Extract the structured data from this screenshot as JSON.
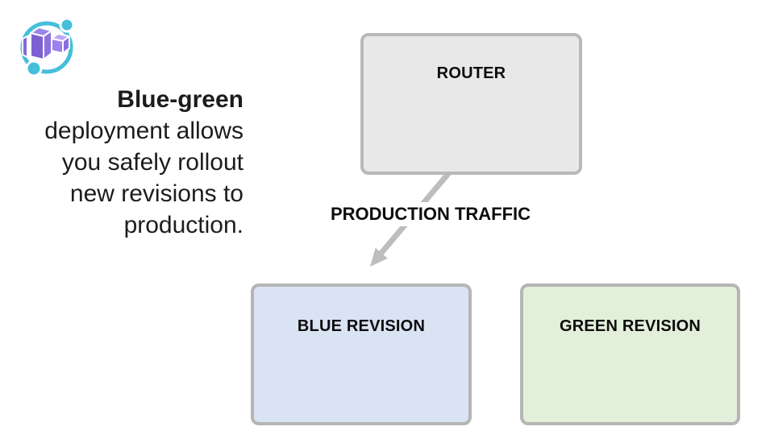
{
  "page": {
    "background": "#ffffff"
  },
  "logo": {
    "icon": "azure-container-apps-icon",
    "ring_color": "#45bedc",
    "cube_color_dark": "#7c60d2",
    "cube_color_light": "#bda6f8"
  },
  "tagline": {
    "line1_bold": "Blue-green",
    "line2": "deployment allows",
    "line3": "you safely rollout",
    "line4": "new revisions to",
    "line5": "production."
  },
  "diagram": {
    "router_box": {
      "label": "ROUTER",
      "fill": "#e8e8e8",
      "border": "#b9b9b9"
    },
    "blue_box": {
      "label": "BLUE REVISION",
      "fill": "#dae3f3",
      "border": "#b5b5b5"
    },
    "green_box": {
      "label": "GREEN REVISION",
      "fill": "#e2efda",
      "border": "#b5b5b5"
    },
    "traffic_arrow": {
      "label": "PRODUCTION TRAFFIC",
      "color": "#bdbdbd",
      "from": "ROUTER",
      "to": "BLUE REVISION"
    }
  }
}
